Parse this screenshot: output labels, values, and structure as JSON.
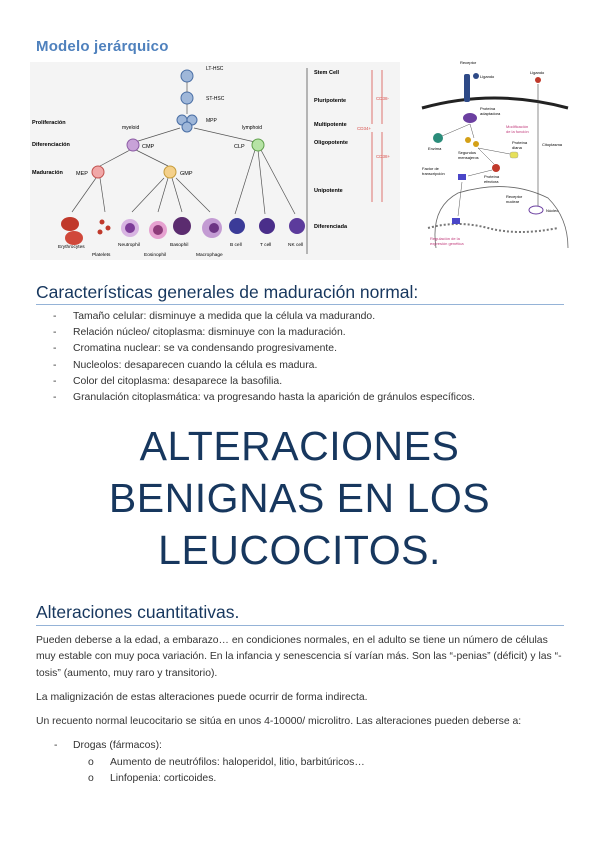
{
  "heading_model": "Modelo jerárquico",
  "figure_left": {
    "cells_top": [
      "LT-HSC",
      "ST-HSC",
      "MPP"
    ],
    "row_labels": [
      "Proliferación",
      "Diferenciación",
      "Maduración"
    ],
    "branches": [
      "myeloid",
      "lymphoid"
    ],
    "progenitors": [
      "CMP",
      "CLP",
      "MEP",
      "GMP"
    ],
    "stages": [
      "Stem Cell",
      "Pluripotente",
      "Multipotente",
      "Oligopotente",
      "Unipotente",
      "Diferenciada"
    ],
    "markers": [
      "CD38-",
      "CD34+",
      "CD38+"
    ],
    "mature_top": [
      "Erythrocytes",
      "Neutrophil",
      "Basophil",
      "B cell",
      "T cell",
      "NK cell"
    ],
    "mature_bottom": [
      "Platelets",
      "Eosinophil",
      "Macrophage"
    ]
  },
  "figure_right": {
    "labels": {
      "receptor": "Receptor",
      "ligando1": "Ligando",
      "ligando2": "Ligando",
      "proteina_adaptadora": "Proteína\nadaptadora",
      "modificacion": "Modificación\nde la función",
      "enzima": "Enzima",
      "segundos": "Segundos\nmensajeros",
      "proteina_diana": "Proteína\ndiana",
      "citoplasma": "Citoplasma",
      "factor": "Factor de\ntranscripción",
      "proteina_efectora": "Proteína\nefectora",
      "receptor_nuclear": "Receptor\nnuclear",
      "nucleo": "Núcleo",
      "regulacion": "Regulación de la\nexpresión genética"
    }
  },
  "section1": {
    "title": "Características generales de maduración normal:",
    "items": [
      "Tamaño celular: disminuye a medida que la célula va madurando.",
      "Relación núcleo/ citoplasma: disminuye con la maduración.",
      "Cromatina nuclear: se va condensando progresivamente.",
      "Nucleolos: desaparecen cuando la célula es madura.",
      "Color del citoplasma: desaparece la basofilia.",
      "Granulación citoplasmática: va progresando hasta la aparición de gránulos específicos."
    ]
  },
  "big_title": {
    "line1": "ALTERACIONES",
    "line2": "BENIGNAS EN LOS",
    "line3": "LEUCOCITOS."
  },
  "section2": {
    "title": "Alteraciones cuantitativas.",
    "para1": "Pueden deberse a la edad, a embarazo… en condiciones normales, en el adulto se tiene un número de células muy estable con muy poca variación. En la infancia y senescencia sí varían más. Son las “-penias” (déficit) y las “-tosis” (aumento, muy raro y transitorio).",
    "para2": "La malignización de estas alteraciones puede ocurrir de forma indirecta.",
    "para3": "Un recuento normal leucocitario se sitúa en unos 4-10000/ microlitro. Las alteraciones pueden deberse a:",
    "dash": "Drogas (fármacos):",
    "sub": [
      "Aumento de neutrófilos: haloperidol, litio, barbitúricos…",
      "Linfopenia: corticoides."
    ],
    "bullet_dash": "-",
    "bullet_sub": "o"
  },
  "colors": {
    "heading_blue": "#4f81bd",
    "title_navy": "#17375e",
    "rule": "#95b3d7"
  }
}
